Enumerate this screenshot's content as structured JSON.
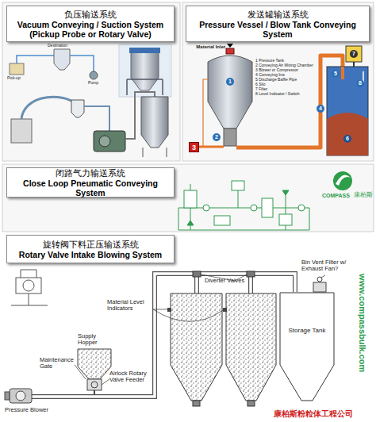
{
  "diagram": {
    "nodes": [
      {
        "text": [
          "负压输送系统",
          "Vacuum Conveying / Suction System (Pickup Probe or Rotary Valve)"
        ]
      },
      {
        "text": [
          "发送罐输送系统",
          "Pressure Vessel / Blow Tank Conveying System"
        ]
      },
      {
        "text": [
          "闭路气力输送系统",
          "Close Loop Pneumatic Conveying System"
        ]
      },
      {
        "text": [
          "旋转阀下料正压输送系统",
          "Rotary Valve Intake Blowing System"
        ]
      },
      {
        "text": [
          "Storage Tank"
        ]
      }
    ],
    "labels": [
      "Pick-up",
      "Destination",
      "Pump",
      "Material Inlet",
      "1 Pressure Tank",
      "2 Conveying Air Mixing Chamber",
      "3 Blower or Compressor",
      "4 Conveying line",
      "5 Discharge Baffle Pipe",
      "6 Silo",
      "7 Filter",
      "8 Level Indicator / Switch",
      "1",
      "2",
      "3",
      "4",
      "5",
      "6",
      "7",
      "8",
      "COMPASS",
      "康柏斯",
      "Diverter Valves",
      "Bin Vent Filter w/ Exhaust Fan?",
      "Material Level Indicators",
      "Supply Hopper",
      "Maintenance Gate",
      "Airlock Rotary Valve Feeder",
      "Pressure Blower",
      "康柏斯粉粒体工程公司",
      "www.compassbulk.com"
    ]
  }
}
